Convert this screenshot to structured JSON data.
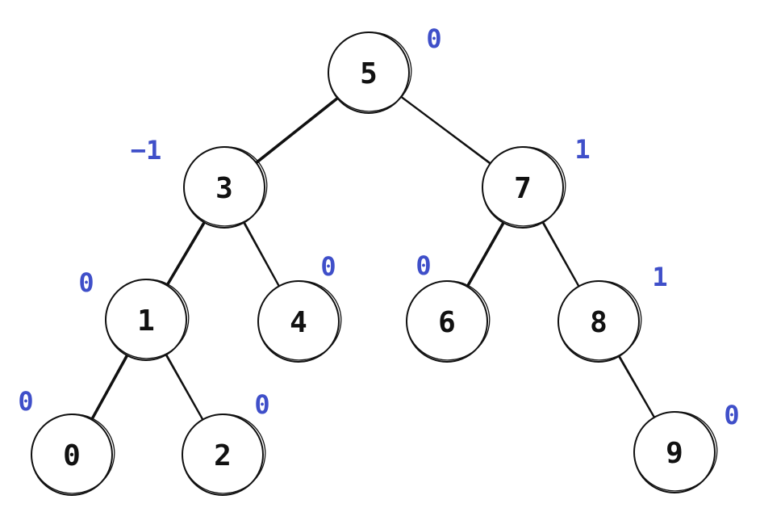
{
  "colors": {
    "stroke": "#111111",
    "balance": "#3f4fc9"
  },
  "nodes": [
    {
      "id": "n5",
      "label": "5",
      "balance": "0"
    },
    {
      "id": "n3",
      "label": "3",
      "balance": "−1"
    },
    {
      "id": "n7",
      "label": "7",
      "balance": "1"
    },
    {
      "id": "n1",
      "label": "1",
      "balance": "0"
    },
    {
      "id": "n4",
      "label": "4",
      "balance": "0"
    },
    {
      "id": "n6",
      "label": "6",
      "balance": "0"
    },
    {
      "id": "n8",
      "label": "8",
      "balance": "1"
    },
    {
      "id": "n0",
      "label": "0",
      "balance": "0"
    },
    {
      "id": "n2",
      "label": "2",
      "balance": "0"
    },
    {
      "id": "n9",
      "label": "9",
      "balance": "0"
    }
  ],
  "edges": [
    [
      "n5",
      "n3"
    ],
    [
      "n5",
      "n7"
    ],
    [
      "n3",
      "n1"
    ],
    [
      "n3",
      "n4"
    ],
    [
      "n7",
      "n6"
    ],
    [
      "n7",
      "n8"
    ],
    [
      "n1",
      "n0"
    ],
    [
      "n1",
      "n2"
    ],
    [
      "n8",
      "n9"
    ]
  ]
}
